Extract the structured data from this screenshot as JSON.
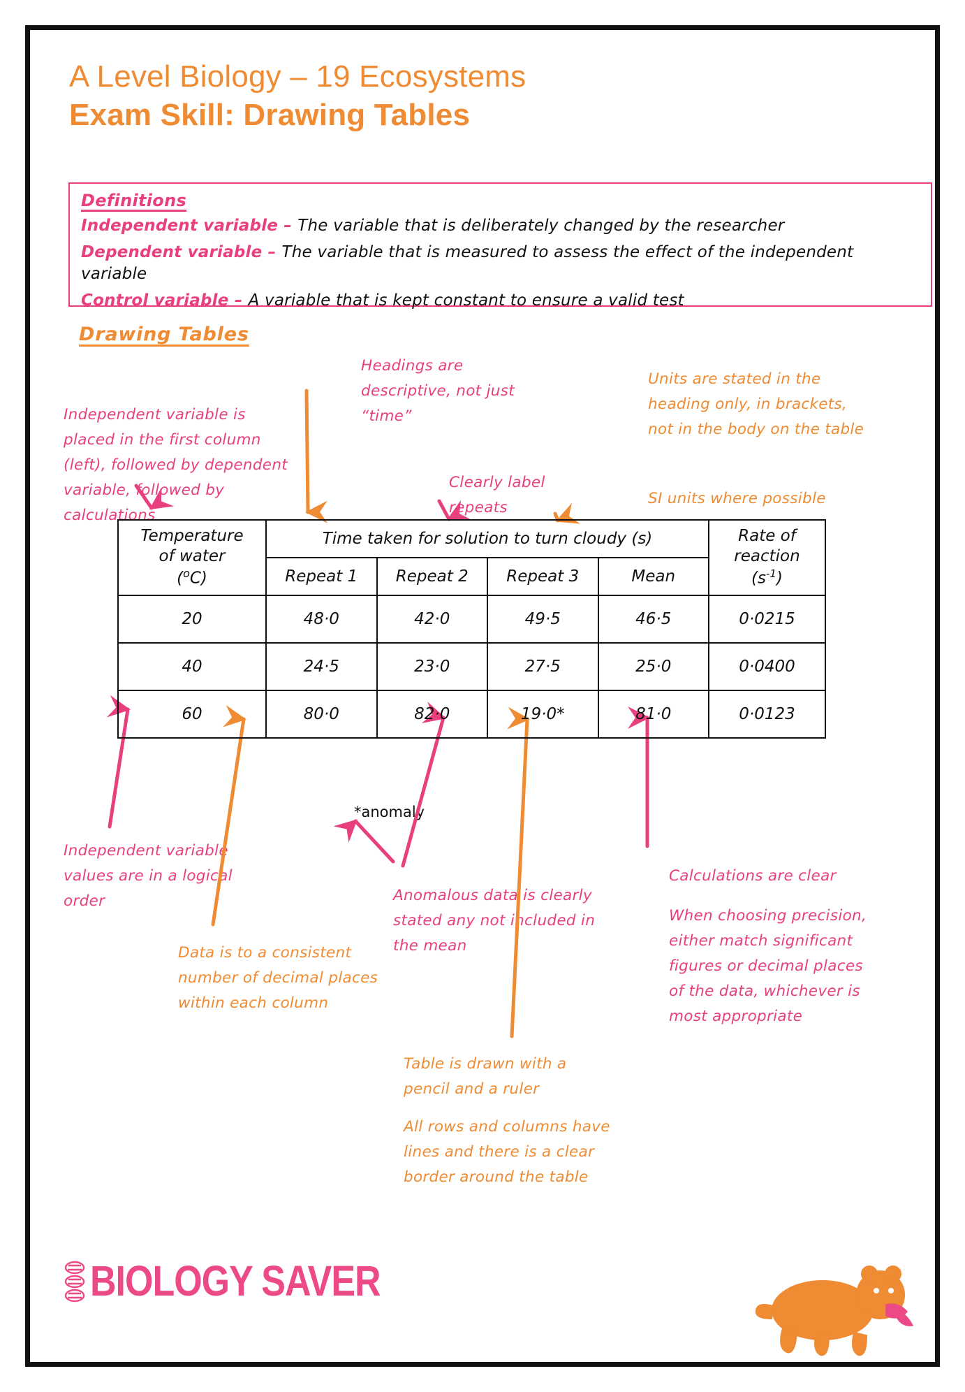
{
  "header": {
    "line1": "A Level Biology – 19 Ecosystems",
    "line2": "Exam Skill: Drawing Tables",
    "accent_color": "#ef8b33"
  },
  "definitions": {
    "heading": "Definitions",
    "items": [
      {
        "term": "Independent variable – ",
        "body": "The variable that is deliberately changed by the researcher"
      },
      {
        "term": "Dependent variable – ",
        "body": "The variable that is measured to assess the effect of the independent variable"
      },
      {
        "term": "Control variable – ",
        "body": "A variable that is kept constant to ensure a valid test"
      }
    ],
    "border_color": "#e8407f"
  },
  "section": {
    "heading": "Drawing Tables"
  },
  "annotations": {
    "independent_variable": "Independent variable is placed in the first column (left), followed by dependent variable, followed by calculations",
    "headings_descriptive": "Headings are descriptive, not just “time”",
    "label_repeats": "Clearly label repeats",
    "units_in_heading": "Units are stated in the heading only, in brackets, not in the body on the table",
    "si_units": "SI units where possible",
    "logical_order": "Independent variable values are in a logical order",
    "decimal_places": "Data is to a consistent number of decimal places within each column",
    "anomalous_data": "Anomalous data is clearly stated any not included in the mean",
    "pencil_ruler": "Table is drawn with a pencil and a ruler",
    "rows_columns_lines": "All rows and columns have lines and there is a clear border around the table",
    "calculations_clear": "Calculations are clear",
    "precision": "When choosing precision, either match significant figures or decimal places of the data, whichever is most appropriate",
    "anomaly_note": "*anomaly",
    "pink_color": "#e8407f",
    "orange_color": "#ef8b33"
  },
  "chart_data": {
    "type": "table",
    "title": "Time taken for solution to turn cloudy",
    "col_group_header": "Time taken for solution to turn cloudy (s)",
    "first_col_header_lines": [
      "Temperature",
      "of water",
      "(oC)"
    ],
    "first_col_header_unit_sup": "o",
    "last_col_header_lines": [
      "Rate of",
      "reaction",
      "(s-1)"
    ],
    "sub_headers": [
      "Repeat 1",
      "Repeat 2",
      "Repeat 3",
      "Mean"
    ],
    "categories": [
      20,
      40,
      60
    ],
    "series": [
      {
        "name": "Repeat 1",
        "values": [
          "48·0",
          "24·5",
          "80·0"
        ]
      },
      {
        "name": "Repeat 2",
        "values": [
          "42·0",
          "23·0",
          "82·0"
        ]
      },
      {
        "name": "Repeat 3",
        "values": [
          "49·5",
          "27·5",
          "19·0*"
        ]
      },
      {
        "name": "Mean",
        "values": [
          "46·5",
          "25·0",
          "81·0"
        ]
      },
      {
        "name": "Rate of reaction",
        "values": [
          "0·0215",
          "0·0400",
          "0·0123"
        ]
      }
    ],
    "rows": [
      [
        "20",
        "48·0",
        "42·0",
        "49·5",
        "46·5",
        "0·0215"
      ],
      [
        "40",
        "24·5",
        "23·0",
        "27·5",
        "25·0",
        "0·0400"
      ],
      [
        "60",
        "80·0",
        "82·0",
        "19·0*",
        "81·0",
        "0·0123"
      ]
    ],
    "xlabel": "Temperature of water (oC)",
    "ylabel": "Time taken for solution to turn cloudy (s)",
    "grid": true
  },
  "footer": {
    "brand": "BIOLOGY SAVER",
    "brand_color": "#ec4a86"
  }
}
